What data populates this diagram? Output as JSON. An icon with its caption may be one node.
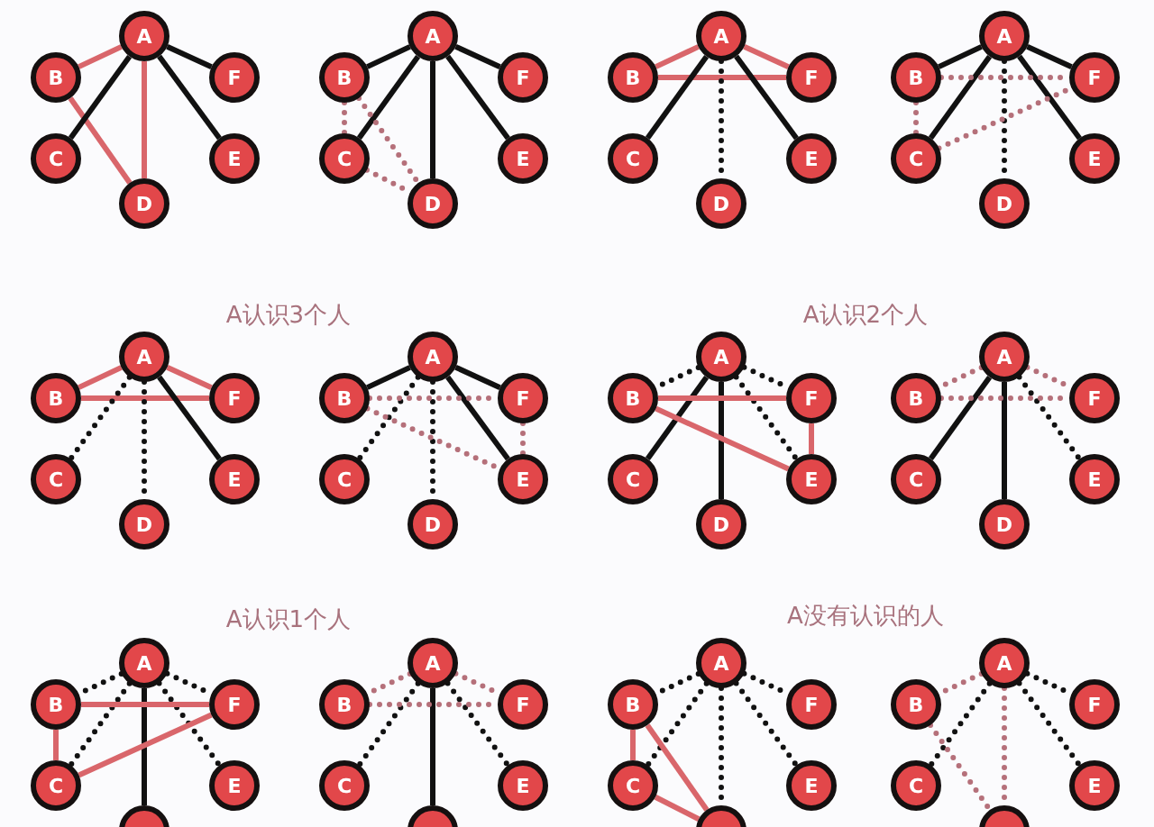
{
  "diagram": {
    "nodes": [
      {
        "text": [
          "A"
        ]
      },
      {
        "text": [
          "B"
        ]
      },
      {
        "text": [
          "F"
        ]
      },
      {
        "text": [
          "C"
        ]
      },
      {
        "text": [
          "E"
        ]
      },
      {
        "text": [
          "D"
        ]
      },
      {
        "text": [
          "A"
        ]
      },
      {
        "text": [
          "B"
        ]
      },
      {
        "text": [
          "F"
        ]
      },
      {
        "text": [
          "C"
        ]
      },
      {
        "text": [
          "E"
        ]
      },
      {
        "text": [
          "D"
        ]
      },
      {
        "text": [
          "A"
        ]
      },
      {
        "text": [
          "B"
        ]
      },
      {
        "text": [
          "F"
        ]
      },
      {
        "text": [
          "C"
        ]
      },
      {
        "text": [
          "E"
        ]
      },
      {
        "text": [
          "D"
        ]
      },
      {
        "text": [
          "A"
        ]
      },
      {
        "text": [
          "B"
        ]
      },
      {
        "text": [
          "F"
        ]
      },
      {
        "text": [
          "C"
        ]
      },
      {
        "text": [
          "E"
        ]
      },
      {
        "text": [
          "D"
        ]
      },
      {
        "text": [
          "A"
        ]
      },
      {
        "text": [
          "B"
        ]
      },
      {
        "text": [
          "F"
        ]
      },
      {
        "text": [
          "C"
        ]
      },
      {
        "text": [
          "E"
        ]
      },
      {
        "text": [
          "D"
        ]
      },
      {
        "text": [
          "A"
        ]
      },
      {
        "text": [
          "B"
        ]
      },
      {
        "text": [
          "F"
        ]
      },
      {
        "text": [
          "C"
        ]
      },
      {
        "text": [
          "E"
        ]
      },
      {
        "text": [
          "D"
        ]
      },
      {
        "text": [
          "A"
        ]
      },
      {
        "text": [
          "B"
        ]
      },
      {
        "text": [
          "F"
        ]
      },
      {
        "text": [
          "C"
        ]
      },
      {
        "text": [
          "E"
        ]
      },
      {
        "text": [
          "D"
        ]
      },
      {
        "text": [
          "A"
        ]
      },
      {
        "text": [
          "B"
        ]
      },
      {
        "text": [
          "F"
        ]
      },
      {
        "text": [
          "C"
        ]
      },
      {
        "text": [
          "E"
        ]
      },
      {
        "text": [
          "D"
        ]
      },
      {
        "text": [
          "A"
        ]
      },
      {
        "text": [
          "B"
        ]
      },
      {
        "text": [
          "F"
        ]
      },
      {
        "text": [
          "C"
        ]
      },
      {
        "text": [
          "E"
        ]
      },
      {
        "text": [],
        "shape": "circle"
      },
      {
        "text": [
          "A"
        ]
      },
      {
        "text": [
          "B"
        ]
      },
      {
        "text": [
          "F"
        ]
      },
      {
        "text": [
          "C"
        ]
      },
      {
        "text": [
          "E"
        ]
      },
      {
        "text": [],
        "shape": "circle"
      },
      {
        "text": [
          "A"
        ]
      },
      {
        "text": [
          "B"
        ]
      },
      {
        "text": [
          "F"
        ]
      },
      {
        "text": [
          "C"
        ]
      },
      {
        "text": [
          "E"
        ]
      },
      {
        "text": [],
        "shape": "circle"
      },
      {
        "text": [
          "A"
        ]
      },
      {
        "text": [
          "B"
        ]
      },
      {
        "text": [
          "F"
        ]
      },
      {
        "text": [
          "C"
        ]
      },
      {
        "text": [
          "E"
        ]
      },
      {
        "text": [],
        "shape": "circle"
      }
    ],
    "edges": [
      {
        "from": 0,
        "to": 1,
        "arrow": "none",
        "color": "#d9666b"
      },
      {
        "from": 0,
        "to": 5,
        "arrow": "none",
        "color": "#d9666b"
      },
      {
        "from": 1,
        "to": 5,
        "arrow": "none",
        "color": "#d9666b"
      },
      {
        "from": 0,
        "to": 3,
        "arrow": "none"
      },
      {
        "from": 0,
        "to": 4,
        "arrow": "none"
      },
      {
        "from": 0,
        "to": 2,
        "arrow": "none"
      },
      {
        "from": 6,
        "to": 7,
        "arrow": "none"
      },
      {
        "from": 6,
        "to": 9,
        "arrow": "none"
      },
      {
        "from": 6,
        "to": 11,
        "arrow": "none"
      },
      {
        "from": 6,
        "to": 10,
        "arrow": "none"
      },
      {
        "from": 6,
        "to": 8,
        "arrow": "none"
      },
      {
        "from": 7,
        "to": 9,
        "arrow": "none",
        "style": "dashed",
        "color": "#b5707a"
      },
      {
        "from": 7,
        "to": 11,
        "arrow": "none",
        "style": "dashed",
        "color": "#b5707a"
      },
      {
        "from": 9,
        "to": 11,
        "arrow": "none",
        "style": "dashed",
        "color": "#b5707a"
      },
      {
        "from": 12,
        "to": 13,
        "arrow": "none",
        "color": "#d9666b"
      },
      {
        "from": 12,
        "to": 14,
        "arrow": "none",
        "color": "#d9666b"
      },
      {
        "from": 13,
        "to": 14,
        "arrow": "none",
        "color": "#d9666b"
      },
      {
        "from": 12,
        "to": 15,
        "arrow": "none"
      },
      {
        "from": 12,
        "to": 16,
        "arrow": "none"
      },
      {
        "from": 12,
        "to": 17,
        "arrow": "none",
        "style": "dashed"
      },
      {
        "from": 18,
        "to": 19,
        "arrow": "none"
      },
      {
        "from": 18,
        "to": 21,
        "arrow": "none"
      },
      {
        "from": 18,
        "to": 22,
        "arrow": "none"
      },
      {
        "from": 18,
        "to": 20,
        "arrow": "none"
      },
      {
        "from": 18,
        "to": 23,
        "arrow": "none",
        "style": "dashed"
      },
      {
        "from": 19,
        "to": 20,
        "arrow": "none",
        "style": "dashed",
        "color": "#b5707a"
      },
      {
        "from": 19,
        "to": 21,
        "arrow": "none",
        "style": "dashed",
        "color": "#b5707a"
      },
      {
        "from": 21,
        "to": 20,
        "arrow": "none",
        "style": "dashed",
        "color": "#b5707a"
      },
      {
        "from": 24,
        "to": 25,
        "arrow": "none",
        "color": "#d9666b"
      },
      {
        "from": 24,
        "to": 26,
        "arrow": "none",
        "color": "#d9666b"
      },
      {
        "from": 25,
        "to": 26,
        "arrow": "none",
        "color": "#d9666b"
      },
      {
        "from": 24,
        "to": 27,
        "arrow": "none",
        "style": "dashed"
      },
      {
        "from": 24,
        "to": 29,
        "arrow": "none",
        "style": "dashed"
      },
      {
        "from": 24,
        "to": 28,
        "arrow": "none"
      },
      {
        "from": 30,
        "to": 31,
        "arrow": "none"
      },
      {
        "from": 30,
        "to": 32,
        "arrow": "none"
      },
      {
        "from": 30,
        "to": 34,
        "arrow": "none"
      },
      {
        "from": 30,
        "to": 33,
        "arrow": "none",
        "style": "dashed"
      },
      {
        "from": 30,
        "to": 35,
        "arrow": "none",
        "style": "dashed"
      },
      {
        "from": 31,
        "to": 32,
        "arrow": "none",
        "style": "dashed",
        "color": "#b5707a"
      },
      {
        "from": 31,
        "to": 34,
        "arrow": "none",
        "style": "dashed",
        "color": "#b5707a"
      },
      {
        "from": 32,
        "to": 34,
        "arrow": "none",
        "style": "dashed",
        "color": "#b5707a"
      },
      {
        "from": 36,
        "to": 37,
        "arrow": "none",
        "style": "dashed"
      },
      {
        "from": 36,
        "to": 38,
        "arrow": "none",
        "style": "dashed"
      },
      {
        "from": 36,
        "to": 40,
        "arrow": "none",
        "style": "dashed"
      },
      {
        "from": 36,
        "to": 39,
        "arrow": "none"
      },
      {
        "from": 36,
        "to": 41,
        "arrow": "none"
      },
      {
        "from": 37,
        "to": 38,
        "arrow": "none",
        "color": "#d9666b"
      },
      {
        "from": 37,
        "to": 40,
        "arrow": "none",
        "color": "#d9666b"
      },
      {
        "from": 38,
        "to": 40,
        "arrow": "none",
        "color": "#d9666b"
      },
      {
        "from": 42,
        "to": 45,
        "arrow": "none"
      },
      {
        "from": 42,
        "to": 47,
        "arrow": "none"
      },
      {
        "from": 42,
        "to": 46,
        "arrow": "none",
        "style": "dashed"
      },
      {
        "from": 42,
        "to": 43,
        "arrow": "none",
        "style": "dashed",
        "color": "#b5707a"
      },
      {
        "from": 42,
        "to": 44,
        "arrow": "none",
        "style": "dashed",
        "color": "#b5707a"
      },
      {
        "from": 43,
        "to": 44,
        "arrow": "none",
        "style": "dashed",
        "color": "#b5707a"
      },
      {
        "from": 48,
        "to": 49,
        "arrow": "none",
        "style": "dashed"
      },
      {
        "from": 48,
        "to": 50,
        "arrow": "none",
        "style": "dashed"
      },
      {
        "from": 48,
        "to": 51,
        "arrow": "none",
        "style": "dashed"
      },
      {
        "from": 48,
        "to": 52,
        "arrow": "none",
        "style": "dashed"
      },
      {
        "from": 48,
        "to": 53,
        "arrow": "none"
      },
      {
        "from": 49,
        "to": 50,
        "arrow": "none",
        "color": "#d9666b"
      },
      {
        "from": 49,
        "to": 51,
        "arrow": "none",
        "color": "#d9666b"
      },
      {
        "from": 51,
        "to": 50,
        "arrow": "none",
        "color": "#d9666b"
      },
      {
        "from": 54,
        "to": 59,
        "arrow": "none"
      },
      {
        "from": 54,
        "to": 57,
        "arrow": "none",
        "style": "dashed"
      },
      {
        "from": 54,
        "to": 58,
        "arrow": "none",
        "style": "dashed"
      },
      {
        "from": 54,
        "to": 55,
        "arrow": "none",
        "style": "dashed",
        "color": "#b5707a"
      },
      {
        "from": 54,
        "to": 56,
        "arrow": "none",
        "style": "dashed",
        "color": "#b5707a"
      },
      {
        "from": 55,
        "to": 56,
        "arrow": "none",
        "style": "dashed",
        "color": "#b5707a"
      },
      {
        "from": 60,
        "to": 61,
        "arrow": "none",
        "style": "dashed"
      },
      {
        "from": 60,
        "to": 63,
        "arrow": "none",
        "style": "dashed"
      },
      {
        "from": 60,
        "to": 65,
        "arrow": "none",
        "style": "dashed"
      },
      {
        "from": 60,
        "to": 64,
        "arrow": "none",
        "style": "dashed"
      },
      {
        "from": 60,
        "to": 62,
        "arrow": "none",
        "style": "dashed"
      },
      {
        "from": 61,
        "to": 63,
        "arrow": "none",
        "color": "#d9666b"
      },
      {
        "from": 61,
        "to": 65,
        "arrow": "none",
        "color": "#d9666b"
      },
      {
        "from": 63,
        "to": 65,
        "arrow": "none",
        "color": "#d9666b"
      },
      {
        "from": 66,
        "to": 69,
        "arrow": "none",
        "style": "dashed"
      },
      {
        "from": 66,
        "to": 70,
        "arrow": "none",
        "style": "dashed"
      },
      {
        "from": 66,
        "to": 68,
        "arrow": "none",
        "style": "dashed"
      },
      {
        "from": 66,
        "to": 67,
        "arrow": "none",
        "style": "dashed",
        "color": "#b5707a"
      },
      {
        "from": 66,
        "to": 71,
        "arrow": "none",
        "style": "dashed",
        "color": "#b5707a"
      },
      {
        "from": 67,
        "to": 71,
        "arrow": "none",
        "style": "dashed",
        "color": "#b5707a"
      }
    ],
    "labels": [
      "A认识3个人",
      "A认识2个人",
      "A认识1个人",
      "A没有认识的人"
    ]
  }
}
